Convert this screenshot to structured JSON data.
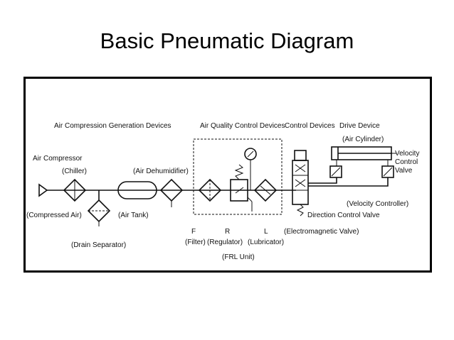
{
  "title": "Basic Pneumatic Diagram",
  "diagram": {
    "section_labels": {
      "air_compression": "Air Compression Generation Devices",
      "air_quality": "Air Quality Control Devices",
      "control": "Control Devices",
      "drive": "Drive Device"
    },
    "labels": {
      "air_compressor": "Air Compressor",
      "chiller": "(Chiller)",
      "air_dehumidifier": "(Air Dehumidifier)",
      "compressed_air": "(Compressed Air)",
      "air_tank": "(Air Tank)",
      "drain_separator": "(Drain Separator)",
      "air_cylinder": "(Air Cylinder)",
      "velocity_control_1": "Velocity",
      "velocity_control_2": "Control",
      "velocity_control_3": "Valve",
      "velocity_controller": "(Velocity Controller)",
      "direction_control_valve": "Direction Control Valve",
      "electromagnetic_valve": "(Electromagnetic Valve)",
      "f": "F",
      "r": "R",
      "l": "L",
      "filter": "(Filter)",
      "regulator": "(Regulator)",
      "lubricator": "(Lubricator)",
      "frl_unit": "(FRL Unit)"
    },
    "colors": {
      "line": "#111111",
      "border": "#000000",
      "background": "#ffffff"
    }
  }
}
